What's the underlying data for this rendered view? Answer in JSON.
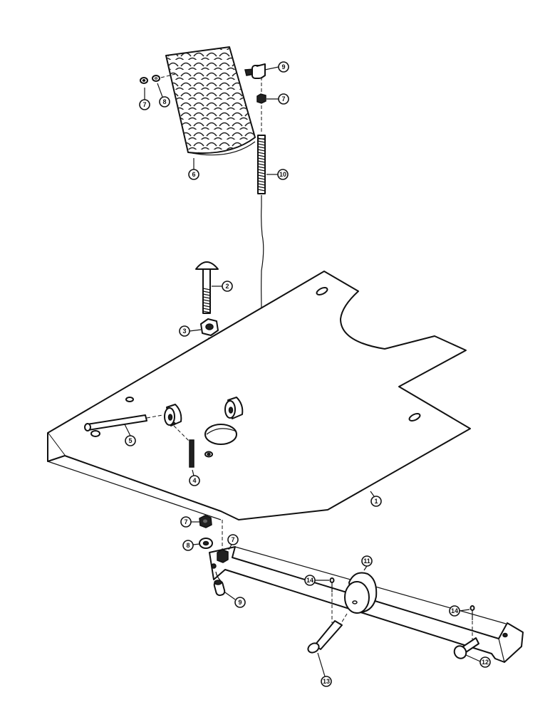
{
  "callouts": [
    {
      "id": "c1",
      "label": "1"
    },
    {
      "id": "c2",
      "label": "2"
    },
    {
      "id": "c3",
      "label": "3"
    },
    {
      "id": "c4",
      "label": "4"
    },
    {
      "id": "c5",
      "label": "5"
    },
    {
      "id": "c6",
      "label": "6"
    },
    {
      "id": "c7a",
      "label": "7"
    },
    {
      "id": "c8a",
      "label": "8"
    },
    {
      "id": "c9a",
      "label": "9"
    },
    {
      "id": "c7b",
      "label": "7"
    },
    {
      "id": "c10",
      "label": "10"
    },
    {
      "id": "c7c",
      "label": "7"
    },
    {
      "id": "c8b",
      "label": "8"
    },
    {
      "id": "c7d",
      "label": "7"
    },
    {
      "id": "c9b",
      "label": "9"
    },
    {
      "id": "c11",
      "label": "11"
    },
    {
      "id": "c14a",
      "label": "14"
    },
    {
      "id": "c14b",
      "label": "14"
    },
    {
      "id": "c13",
      "label": "13"
    },
    {
      "id": "c12",
      "label": "12"
    }
  ]
}
